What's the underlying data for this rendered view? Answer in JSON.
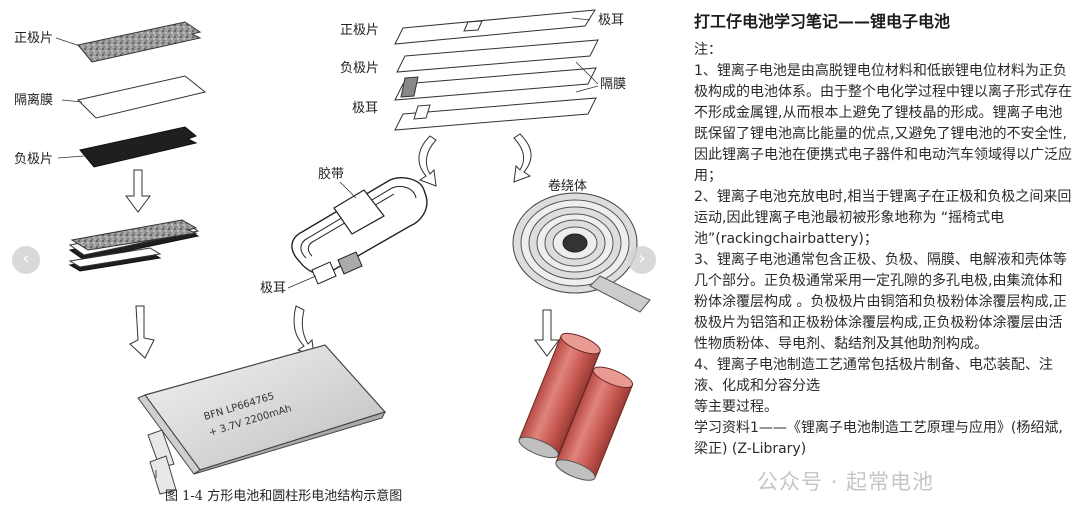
{
  "diagram": {
    "labels": {
      "positive_sheet": "正极片",
      "separator": "隔离膜",
      "negative_sheet": "负极片",
      "positive_sheet_2": "正极片",
      "negative_sheet_2": "负极片",
      "tab": "极耳",
      "tab_2": "极耳",
      "separator_2": "隔膜",
      "tape": "胶带",
      "tab_3": "极耳",
      "winding": "卷绕体"
    },
    "battery_text_line1": "BFN  LP664765",
    "battery_text_line2": "+ 3.7V  2200mAh",
    "caption": "图 1-4    方形电池和圆柱形电池结构示意图"
  },
  "nav": {
    "prev": "‹",
    "next": "›"
  },
  "note": {
    "title": "打工仔电池学习笔记——锂电子电池",
    "paragraphs": [
      "注：",
      "1、锂离子电池是由高脱锂电位材料和低嵌锂电位材料为正负极构成的电池体系。由于整个电化学过程中锂以离子形式存在不形成金属锂,从而根本上避免了锂枝晶的形成。锂离子电池既保留了锂电池高比能量的优点,又避免了锂电池的不安全性,因此锂离子电池在便携式电子器件和电动汽车领域得以广泛应用；",
      "2、锂离子电池充放电时,相当于锂离子在正极和负极之间来回运动,因此锂离子电池最初被形象地称为 “摇椅式电池”(rackingchairbattery)；",
      "3、锂离子电池通常包含正极、负极、隔膜、电解液和壳体等几个部分。正负极通常采用一定孔隙的多孔电极,由集流体和粉体涂覆层构成 。负极极片由铜箔和负极粉体涂覆层构成,正极极片为铝箔和正极粉体涂覆层构成,正负极粉体涂覆层由活性物质粉体、导电剂、黏结剂及其他助剂构成。",
      "4、锂离子电池制造工艺通常包括极片制备、电芯装配、注液、化成和分容分选",
      "等主要过程。",
      "学习资料1——《锂离子电池制造工艺原理与应用》(杨绍斌, 梁正) (Z-Library)"
    ]
  },
  "watermark": "公众号 · 起常电池"
}
